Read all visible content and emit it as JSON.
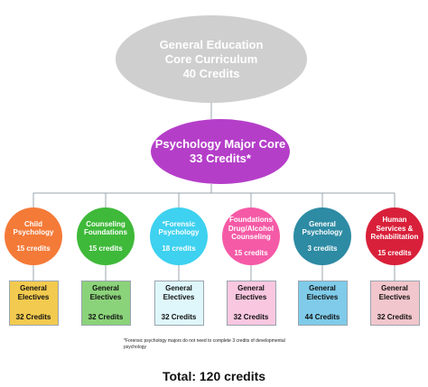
{
  "top": {
    "title_line1": "General Education",
    "title_line2": "Core Curriculum",
    "credits": "40 Credits",
    "color": "#cfcfcf"
  },
  "major": {
    "title": "Psychology Major Core",
    "credits": "33 Credits*",
    "color": "#b53ec9"
  },
  "tracks": [
    {
      "title": "Child Psychology",
      "credits": "15 credits",
      "color": "#f47a38",
      "box_color": "#f2ca4f"
    },
    {
      "title": "Counseling Foundations",
      "credits": "15 credits",
      "color": "#3fb93a",
      "box_color": "#8bd37a"
    },
    {
      "title": "*Forensic Psychology",
      "credits": "18 credits",
      "color": "#3ed1f0",
      "box_color": "#dff7fb"
    },
    {
      "title": "Foundations Drug/Alcohol Counseling",
      "credits": "15 credits",
      "color": "#f55aa6",
      "box_color": "#f9c7e0"
    },
    {
      "title": "General Psychology",
      "credits": "3 credits",
      "color": "#2d8ba3",
      "box_color": "#7fcbe9"
    },
    {
      "title": "Human Services & Rehabilitation",
      "credits": "15 credits",
      "color": "#d9203a",
      "box_color": "#f1c6cc"
    }
  ],
  "electives": [
    {
      "label": "General Electives",
      "credits": "32 Credits"
    },
    {
      "label": "General Electives",
      "credits": "32 Credits"
    },
    {
      "label": "General Electives",
      "credits": "32 Credits"
    },
    {
      "label": "General Electives",
      "credits": "32 Credits"
    },
    {
      "label": "General Electives",
      "credits": "44 Credits"
    },
    {
      "label": "General Electives",
      "credits": "32 Credits"
    }
  ],
  "footnote": "*Forensic psychology majors do not need to complete 3 credits of developmental psychology",
  "total": "Total: 120 credits",
  "connector_color": "#9aa4ad"
}
